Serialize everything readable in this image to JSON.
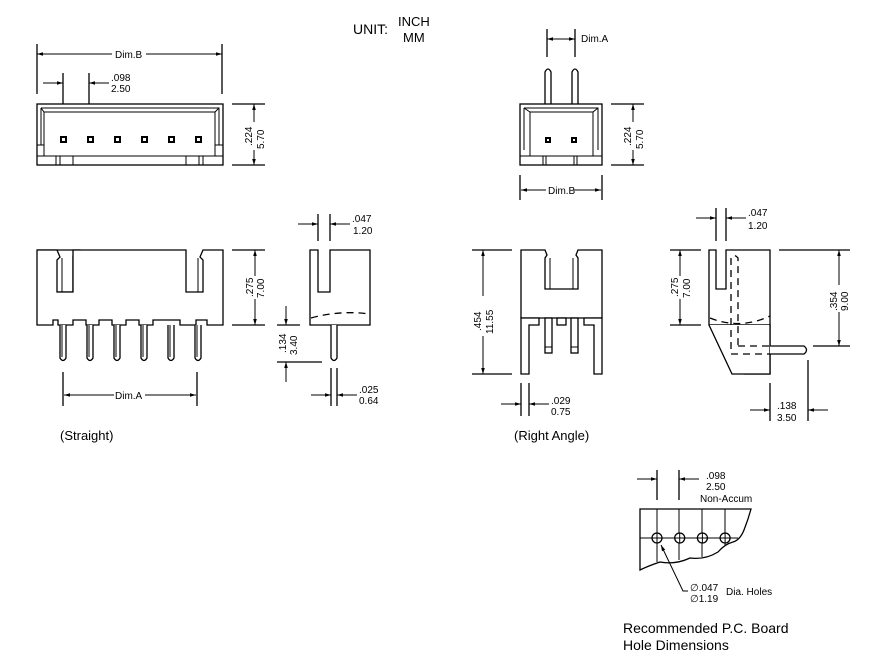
{
  "unit": {
    "label": "UNIT:",
    "inch": "INCH",
    "mm": "MM"
  },
  "top_left_view": {
    "dim_b": "Dim.B",
    "pitch_inch": ".098",
    "pitch_mm": "2.50",
    "height_inch": ".224",
    "height_mm": "5.70",
    "pin_count": 6
  },
  "top_right_view": {
    "dim_a": "Dim.A",
    "dim_b": "Dim.B",
    "height_inch": ".224",
    "height_mm": "5.70",
    "pin_count": 2
  },
  "straight_front": {
    "height_inch": ".275",
    "height_mm": "7.00",
    "dim_a": "Dim.A",
    "label": "(Straight)",
    "pin_count": 6
  },
  "straight_side": {
    "slot_inch": ".047",
    "slot_mm": "1.20",
    "pin_len_inch": ".134",
    "pin_len_mm": "3.40",
    "pin_w_inch": ".025",
    "pin_w_mm": "0.64"
  },
  "right_angle_front": {
    "height_inch": ".454",
    "height_mm": "11.55",
    "pin_w_inch": ".029",
    "pin_w_mm": "0.75",
    "label": "(Right Angle)"
  },
  "right_angle_side": {
    "slot_inch": ".047",
    "slot_mm": "1.20",
    "height_inch": ".275",
    "height_mm": "7.00",
    "pin_height_inch": ".354",
    "pin_height_mm": "9.00",
    "offset_inch": ".138",
    "offset_mm": "3.50"
  },
  "pcb": {
    "pitch_inch": ".098",
    "pitch_mm": "2.50",
    "note": "Non-Accum",
    "hole_inch": "∅.047",
    "hole_mm": "∅1.19",
    "hole_label": "Dia. Holes",
    "title_line1": "Recommended P.C. Board",
    "title_line2": "Hole Dimensions",
    "hole_count": 4
  }
}
